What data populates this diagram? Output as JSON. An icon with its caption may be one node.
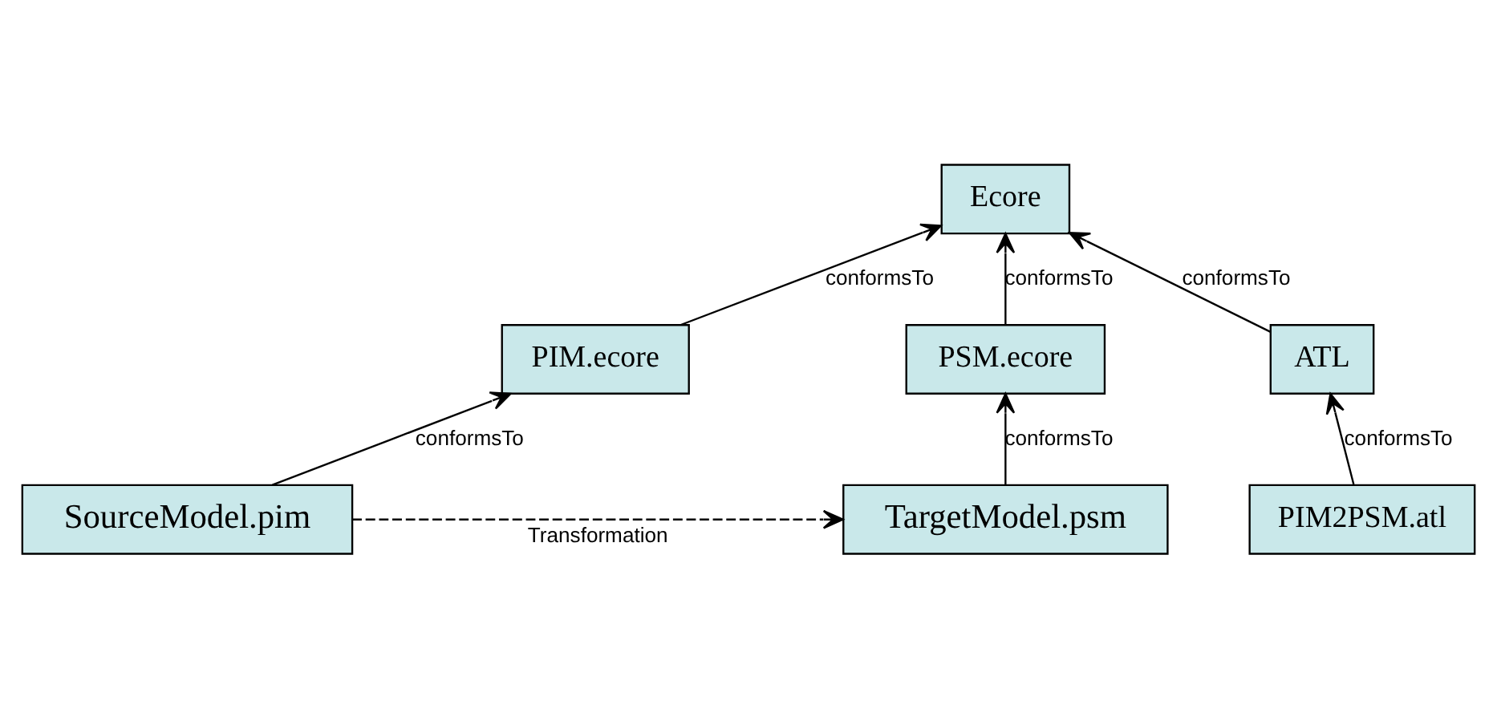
{
  "diagram": {
    "nodes": [
      {
        "text": [
          "Ecore"
        ]
      },
      {
        "text": [
          "PIM.ecore"
        ]
      },
      {
        "text": [
          "ATL"
        ]
      },
      {
        "text": [
          "PSM.ecore"
        ]
      },
      {
        "text": [
          "PIM2PSM.atl"
        ]
      },
      {
        "text": [
          "SourceModel.pim"
        ]
      },
      {
        "text": [
          "TargetModel.psm"
        ]
      }
    ],
    "edges": [
      {
        "from": 1,
        "to": 0,
        "arrow": "to",
        "label": "conformsTo"
      },
      {
        "from": 2,
        "to": 0,
        "arrow": "to",
        "label": "conformsTo"
      },
      {
        "from": 3,
        "to": 0,
        "arrow": "to",
        "label": "conformsTo"
      },
      {
        "from": 5,
        "to": 1,
        "arrow": "to",
        "label": "conformsTo"
      },
      {
        "from": 4,
        "to": 2,
        "arrow": "to",
        "label": "conformsTo"
      },
      {
        "from": 6,
        "to": 3,
        "arrow": "to",
        "label": "conformsTo"
      },
      {
        "from": 5,
        "to": 6,
        "arrow": "to",
        "label": "Transformation",
        "style": "dashed"
      }
    ]
  }
}
